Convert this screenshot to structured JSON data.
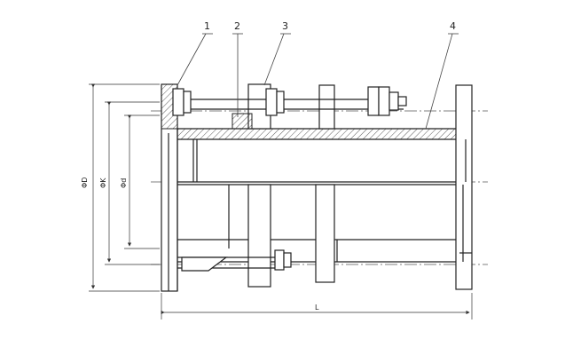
{
  "callouts": [
    "1",
    "2",
    "3",
    "4"
  ],
  "dimensions": {
    "outer_diameter": "ΦD",
    "bolt_circle": "ΦK",
    "inner_diameter": "Φd",
    "length": "L"
  }
}
